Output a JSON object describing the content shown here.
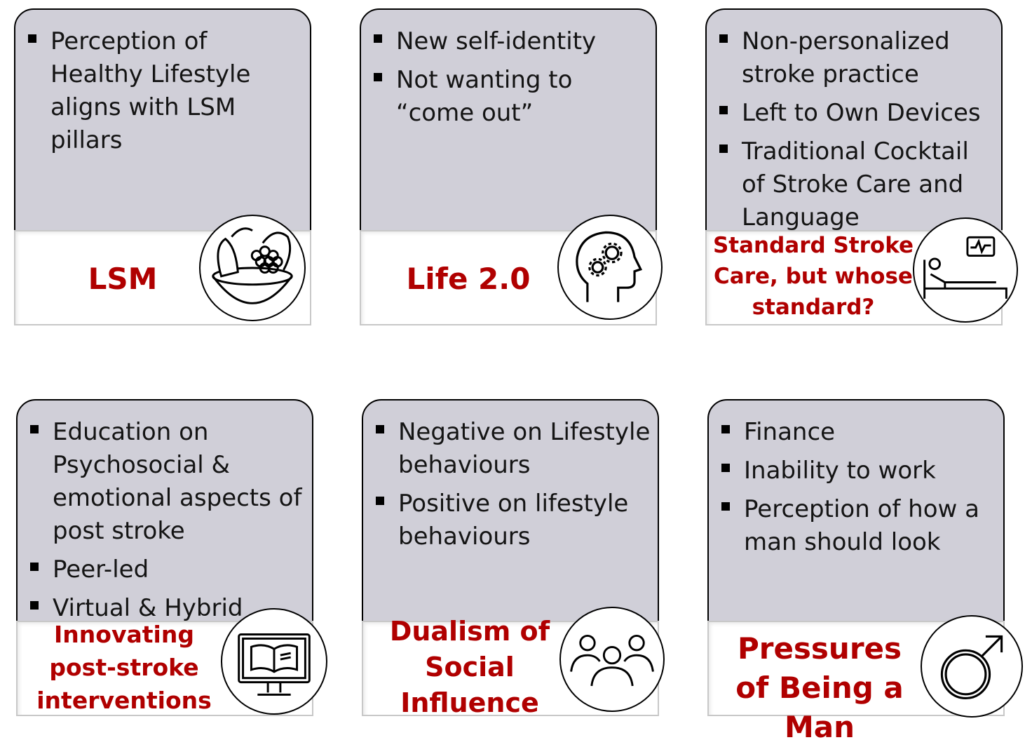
{
  "cards": [
    {
      "bullets": [
        "Perception of Healthy Lifestyle aligns with LSM pillars"
      ],
      "title": "LSM",
      "icon": "fruit-bowl-icon"
    },
    {
      "bullets": [
        "New self-identity",
        "Not wanting to “come out”"
      ],
      "title": "Life 2.0",
      "icon": "head-gears-icon"
    },
    {
      "bullets": [
        "Non-personalized stroke practice",
        "Left to Own Devices",
        "Traditional Cocktail of Stroke Care and Language"
      ],
      "title": "Standard Stroke Care, but whose standard?",
      "icon": "hospital-bed-icon"
    },
    {
      "bullets": [
        "Education on Psychosocial & emotional aspects of post stroke",
        "Peer-led",
        "Virtual & Hybrid"
      ],
      "title": "Innovating post-stroke interventions",
      "icon": "monitor-book-icon"
    },
    {
      "bullets": [
        "Negative on Lifestyle behaviours",
        "Positive on lifestyle behaviours"
      ],
      "title": "Dualism of Social Influence",
      "icon": "people-group-icon"
    },
    {
      "bullets": [
        "Finance",
        "Inability to work",
        "Perception of how a man should look"
      ],
      "title": "Pressures of Being a Man",
      "icon": "male-symbol-icon"
    }
  ]
}
